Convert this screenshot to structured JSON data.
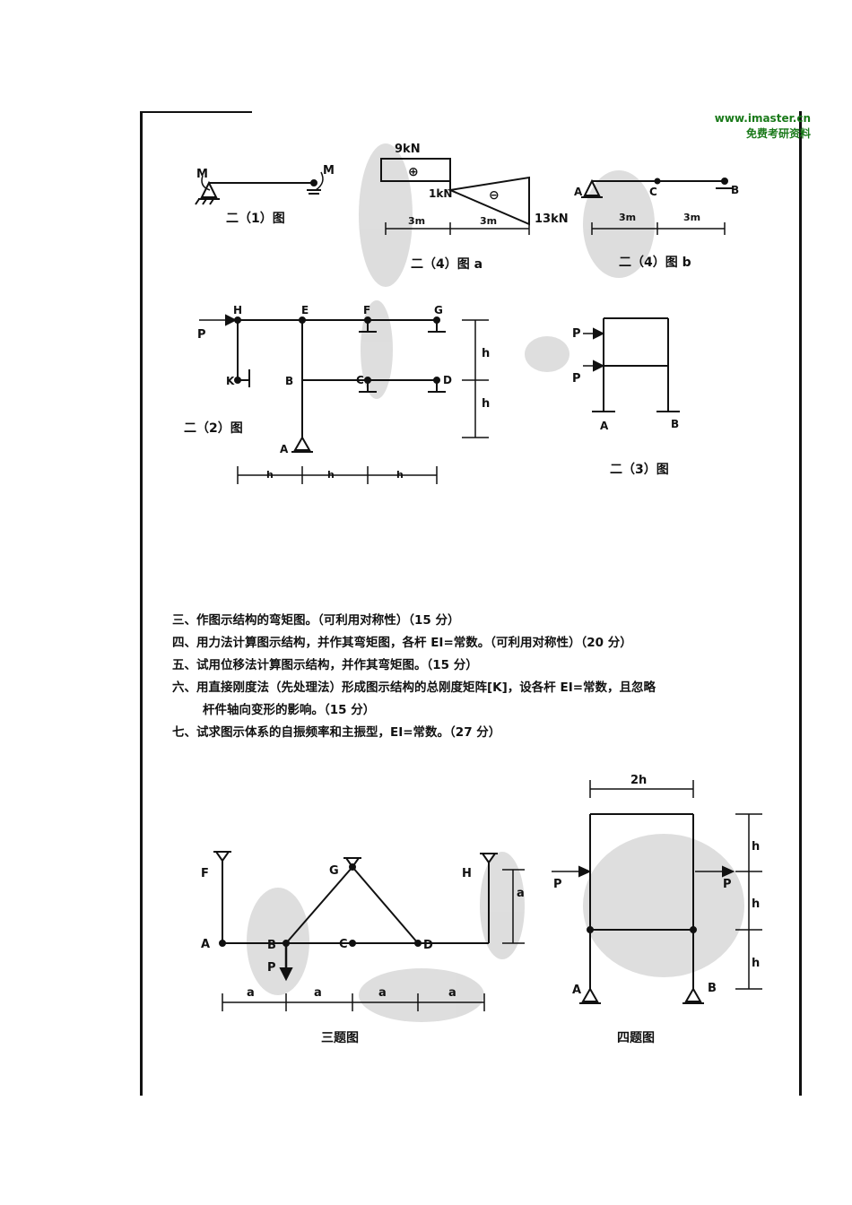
{
  "watermark": {
    "url": "www.imaster.cn",
    "text": "免费考研资料"
  },
  "fig2_1": {
    "caption": "二（1）图",
    "left_label": "M",
    "right_label": "M"
  },
  "fig2_4a": {
    "caption": "二（4）图 a",
    "top_load": "9kN",
    "mid_load": "1kN",
    "right_load": "13kN",
    "span1": "3m",
    "span2": "3m",
    "sign_top": "⊕",
    "sign_bottom": "⊖"
  },
  "fig2_4b": {
    "caption": "二（4）图 b",
    "label_a": "A",
    "label_c": "C",
    "label_b": "B",
    "span1": "3m",
    "span2": "3m"
  },
  "fig2_2": {
    "caption": "二（2）图",
    "load": "P",
    "nodes": {
      "h": "H",
      "e": "E",
      "f": "F",
      "g": "G",
      "k": "K",
      "b": "B",
      "c": "C",
      "d": "D",
      "a": "A"
    },
    "dims": [
      "h",
      "h",
      "h",
      "h",
      "h"
    ]
  },
  "fig2_3": {
    "caption": "二（3）图",
    "load1": "P",
    "load2": "P",
    "label_a": "A",
    "label_b": "B"
  },
  "questions": [
    "三、作图示结构的弯矩图。（可利用对称性）（15 分）",
    "四、用力法计算图示结构，并作其弯矩图，各杆 EI=常数。（可利用对称性）（20 分）",
    "五、试用位移法计算图示结构，并作其弯矩图。（15 分）",
    "六、用直接刚度法（先处理法）形成图示结构的总刚度矩阵[K]，设各杆 EI=常数，且忽略",
    "杆件轴向变形的影响。（15 分）",
    "七、试求图示体系的自振频率和主振型，EI=常数。（27 分）"
  ],
  "fig3": {
    "caption": "三题图",
    "load": "P",
    "nodes": {
      "f": "F",
      "g": "G",
      "h": "H",
      "a": "A",
      "b": "B",
      "c": "C",
      "d": "D"
    },
    "dim_a": "a",
    "bottom_dims": [
      "a",
      "a",
      "a",
      "a"
    ]
  },
  "fig4": {
    "caption": "四题图",
    "width": "2h",
    "load_left": "P",
    "load_right": "P",
    "heights": [
      "h",
      "h",
      "h"
    ],
    "label_a": "A",
    "label_b": "B"
  }
}
